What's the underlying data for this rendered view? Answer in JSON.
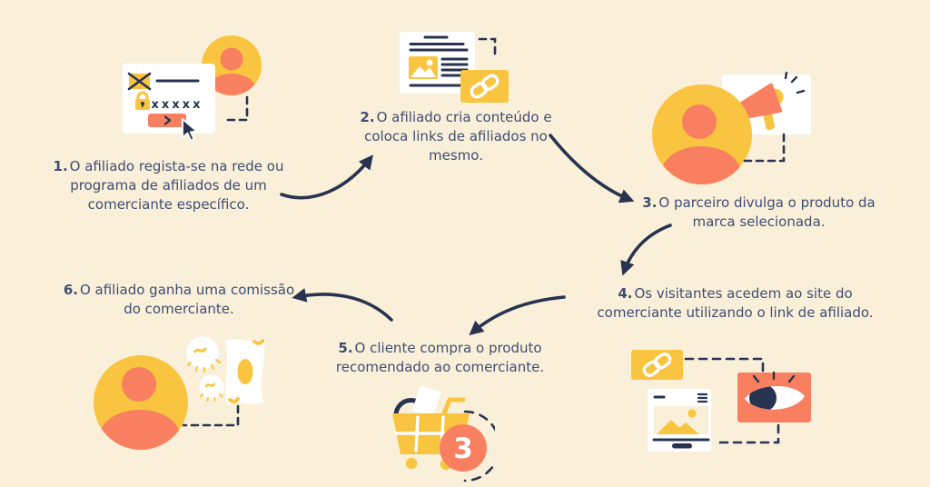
{
  "palette": {
    "background": "#FAF0DA",
    "ink": "#27334F",
    "text": "#3E4D72",
    "yellow": "#F9C440",
    "salmon": "#F87F60",
    "card": "#FFFFFF",
    "cream": "#FAEFD9"
  },
  "steps": [
    {
      "num": "1.",
      "text": "O afiliado regista-se na rede ou programa de afiliados de um comerciante específico."
    },
    {
      "num": "2.",
      "text": "O afiliado cria conteúdo e coloca links de afiliados no mesmo."
    },
    {
      "num": "3.",
      "text": "O parceiro divulga o produto da marca selecionada."
    },
    {
      "num": "4.",
      "text": "Os visitantes acedem ao site do comerciante utilizando o link de afiliado."
    },
    {
      "num": "5.",
      "text": "O cliente compra o produto recomendado ao comerciante."
    },
    {
      "num": "6.",
      "text": "O afiliado ganha uma comissão do comerciante."
    }
  ],
  "signup_card": {
    "password": "xxxxx"
  },
  "cart": {
    "badge": "3"
  }
}
